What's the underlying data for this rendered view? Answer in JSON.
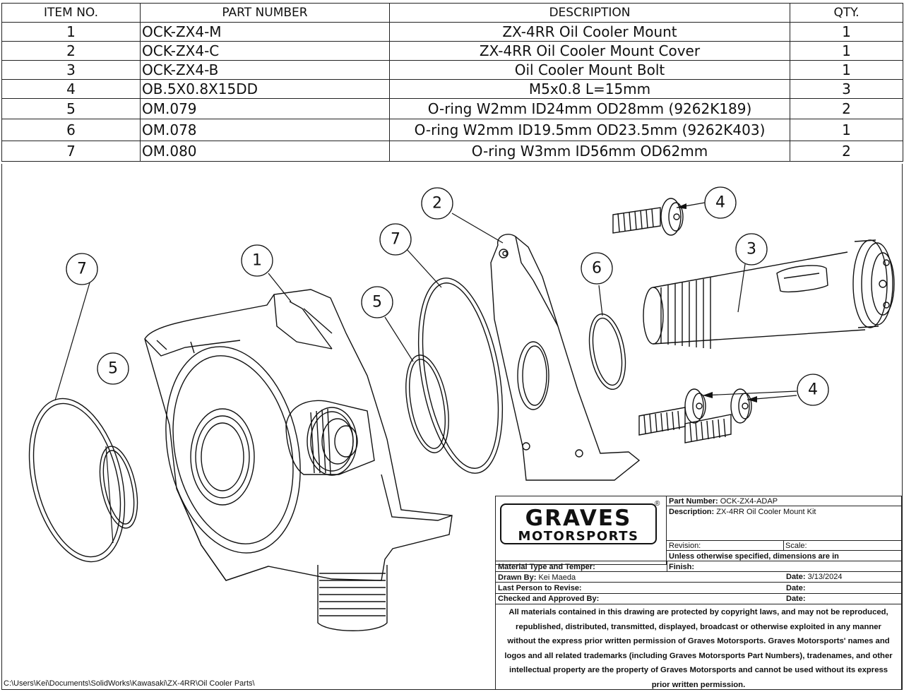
{
  "bom": {
    "headers": [
      "ITEM NO.",
      "PART NUMBER",
      "DESCRIPTION",
      "QTY."
    ],
    "rows": [
      {
        "item": "1",
        "part": "OCK-ZX4-M",
        "desc": "ZX-4RR Oil Cooler Mount",
        "qty": "1"
      },
      {
        "item": "2",
        "part": "OCK-ZX4-C",
        "desc": "ZX-4RR Oil Cooler Mount Cover",
        "qty": "1"
      },
      {
        "item": "3",
        "part": "OCK-ZX4-B",
        "desc": "Oil Cooler Mount Bolt",
        "qty": "1"
      },
      {
        "item": "4",
        "part": "OB.5X0.8X15DD",
        "desc": "M5x0.8 L=15mm",
        "qty": "3"
      },
      {
        "item": "5",
        "part": "OM.079",
        "desc": "O-ring W2mm ID24mm OD28mm (9262K189)",
        "qty": "2"
      },
      {
        "item": "6",
        "part": "OM.078",
        "desc": "O-ring W2mm ID19.5mm OD23.5mm (9262K403)",
        "qty": "1"
      },
      {
        "item": "7",
        "part": "OM.080",
        "desc": "O-ring W3mm ID56mm OD62mm",
        "qty": "2"
      }
    ]
  },
  "balloons": {
    "b1": "1",
    "b2": "2",
    "b3": "3",
    "b4a": "4",
    "b4b": "4",
    "b5a": "5",
    "b5b": "5",
    "b6": "6",
    "b7a": "7",
    "b7b": "7"
  },
  "title_block": {
    "logo_line1": "GRAVES",
    "logo_line2": "MOTORSPORTS",
    "logo_reg": "®",
    "part_number_label": "Part Number:",
    "part_number": "OCK-ZX4-ADAP",
    "description_label": "Description:",
    "description": "ZX-4RR Oil Cooler Mount Kit",
    "revision_label": "Revision:",
    "scale_label": "Scale:",
    "units_note": "Unless otherwise specified, dimensions are in",
    "material_label": "Material Type and Temper:",
    "finish_label": "Finish:",
    "drawn_by_label": "Drawn By:",
    "drawn_by": "Kei Maeda",
    "date_label": "Date:",
    "date": "3/13/2024",
    "last_revise_label": "Last Person to Revise:",
    "checked_label": "Checked and Approved By:",
    "legal": "All materials contained in this drawing are protected by copyright laws, and may not be reproduced, republished, distributed, transmitted, displayed, broadcast or otherwise exploited in any manner without the express prior written permission of Graves Motorsports. Graves Motorsports' names and logos and all related trademarks (including Graves Motorsports Part Numbers), tradenames, and other intellectual property are the property of Graves Motorsports and cannot be used without its express prior written permission."
  },
  "file_path": "C:\\Users\\Kei\\Documents\\SolidWorks\\Kawasaki\\ZX-4RR\\Oil Cooler Parts\\"
}
